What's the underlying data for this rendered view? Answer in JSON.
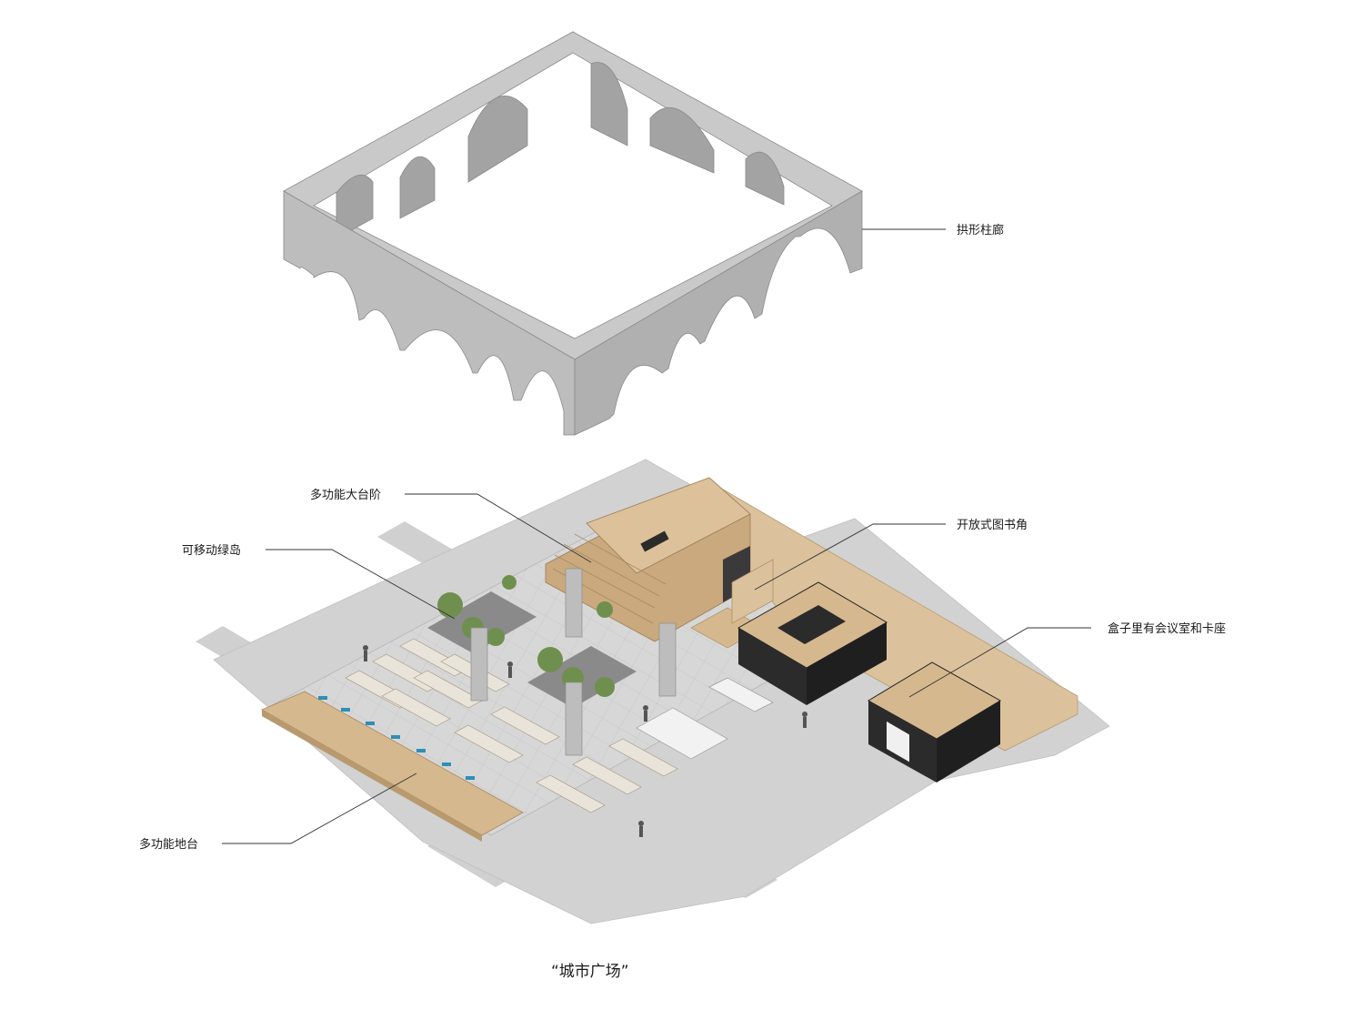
{
  "labels": {
    "arcade": "拱形柱廊",
    "stairs": "多功能大台阶",
    "green_island": "可移动绿岛",
    "library": "开放式图书角",
    "box_rooms": "盒子里有会议室和卡座",
    "platform": "多功能地台"
  },
  "caption": "“城市广场”",
  "colors": {
    "concrete": "#bdbdbd",
    "floor": "#d9d9d9",
    "wood": "#d6b88f",
    "black_box": "#2b2b2b",
    "green": "#6f8f4e"
  }
}
